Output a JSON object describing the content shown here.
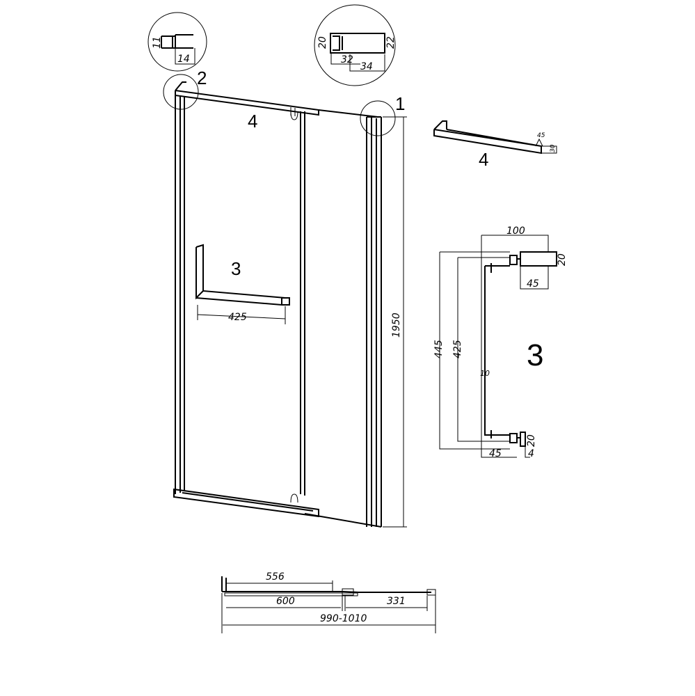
{
  "callouts": {
    "c1": "1",
    "c2": "2",
    "c3": "3",
    "c4": "4",
    "part4": "4",
    "part3": "3"
  },
  "detail2": {
    "h": "11",
    "w": "14"
  },
  "detail1": {
    "h_left": "20",
    "h_right": "22",
    "w1": "32",
    "w2": "34"
  },
  "door": {
    "handle_len": "425",
    "height": "1950"
  },
  "part4_dims": {
    "angle": "45",
    "thick": "30"
  },
  "handle_dims": {
    "width": "100",
    "foot_h_top": "20",
    "foot_w_top": "45",
    "overall": "445",
    "inner": "425",
    "bar": "10",
    "foot_h_bottom": "20",
    "foot_w_bottom": "45",
    "gap": "4"
  },
  "plan": {
    "d556": "556",
    "d600": "600",
    "d331": "331",
    "total": "990-1010"
  }
}
